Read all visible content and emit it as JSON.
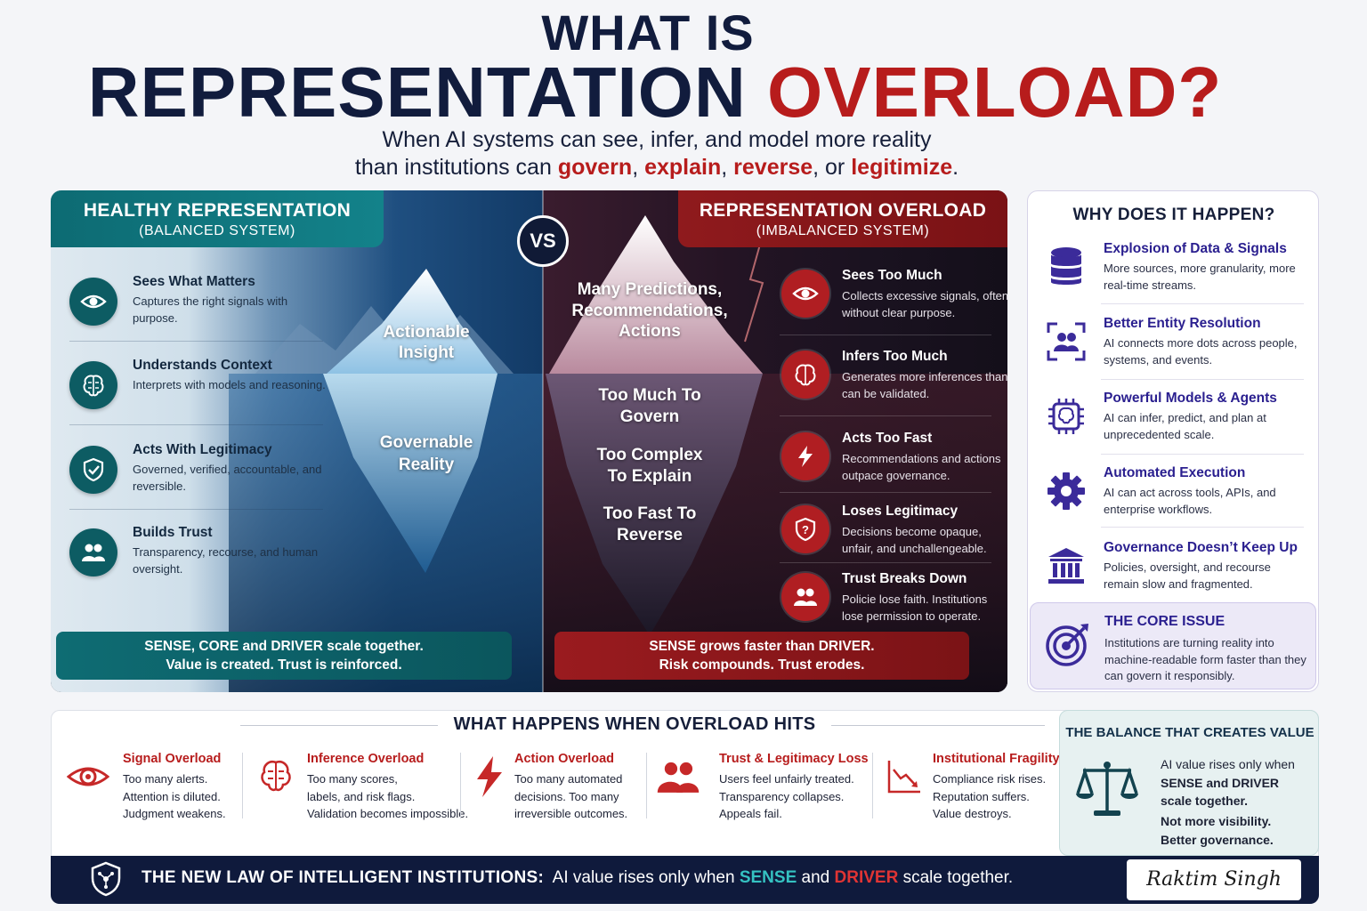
{
  "header": {
    "title_line1": "WHAT IS",
    "title_line2_part1": "REPRESENTATION",
    "title_line2_part2": "OVERLOAD?",
    "subtitle_line1": "When AI systems can see, infer, and model more reality",
    "subtitle_line2_prefix": "than institutions can",
    "word_govern": "govern",
    "sep1": ",",
    "word_explain": "explain",
    "sep2": ",",
    "word_reverse": "reverse",
    "sep3": ", or",
    "word_legitimize": "legitimize",
    "end": "."
  },
  "healthy": {
    "title": "HEALTHY REPRESENTATION",
    "subtitle": "(BALANCED SYSTEM)",
    "items": [
      {
        "title": "Sees What Matters",
        "desc": "Captures the right signals with purpose.",
        "icon": "eye-icon"
      },
      {
        "title": "Understands Context",
        "desc": "Interprets with models and reasoning.",
        "icon": "brain-icon"
      },
      {
        "title": "Acts With Legitimacy",
        "desc": "Governed, verified, accountable, and reversible.",
        "icon": "shield-check-icon"
      },
      {
        "title": "Builds Trust",
        "desc": "Transparency, recourse, and human oversight.",
        "icon": "people-icon"
      }
    ],
    "iceberg_top": "Actionable Insight",
    "iceberg_bottom": "Governable Reality",
    "footer_line1": "SENSE, CORE and DRIVER scale together.",
    "footer_line2": "Value is created. Trust is reinforced."
  },
  "vs_label": "VS",
  "overload": {
    "title": "REPRESENTATION OVERLOAD",
    "subtitle": "(IMBALANCED SYSTEM)",
    "items": [
      {
        "title": "Sees Too Much",
        "desc": "Collects excessive signals, often without clear purpose.",
        "icon": "eye-icon"
      },
      {
        "title": "Infers Too Much",
        "desc": "Generates more inferences than can be validated.",
        "icon": "brain-icon"
      },
      {
        "title": "Acts Too Fast",
        "desc": "Recommendations and actions outpace governance.",
        "icon": "lightning-icon"
      },
      {
        "title": "Loses Legitimacy",
        "desc": "Decisions become opaque, unfair, and unchallengeable.",
        "icon": "shield-question-icon"
      },
      {
        "title": "Trust Breaks Down",
        "desc": "Policie lose faith. Institutions lose permission to operate.",
        "icon": "people-icon"
      }
    ],
    "iceberg_top": "Many Predictions, Recommendations, Actions",
    "iceberg_1": "Too Much To Govern",
    "iceberg_2": "Too Complex To Explain",
    "iceberg_3": "Too Fast To Reverse",
    "footer_line1": "SENSE grows faster than DRIVER.",
    "footer_line2": "Risk compounds. Trust erodes."
  },
  "why": {
    "title": "WHY DOES IT HAPPEN?",
    "items": [
      {
        "title": "Explosion of Data & Signals",
        "desc": "More sources, more granularity, more real-time streams.",
        "icon": "database-icon"
      },
      {
        "title": "Better Entity Resolution",
        "desc": "AI connects more dots across people, systems, and events.",
        "icon": "entity-scan-icon"
      },
      {
        "title": "Powerful Models & Agents",
        "desc": "AI can infer, predict, and plan at unprecedented scale.",
        "icon": "chip-brain-icon"
      },
      {
        "title": "Automated Execution",
        "desc": "AI can act across tools, APIs, and enterprise workflows.",
        "icon": "gear-icon"
      },
      {
        "title": "Governance Doesn’t Keep Up",
        "desc": "Policies, oversight, and recourse remain slow and fragmented.",
        "icon": "institution-icon"
      }
    ],
    "core_title": "THE CORE ISSUE",
    "core_desc": "Institutions are turning reality into machine-readable form faster than they can govern it responsibly."
  },
  "happens": {
    "title": "WHAT HAPPENS WHEN OVERLOAD HITS",
    "items": [
      {
        "title": "Signal Overload",
        "lines": [
          "Too many alerts.",
          "Attention is diluted.",
          "Judgment weakens."
        ],
        "icon": "eye-icon"
      },
      {
        "title": "Inference Overload",
        "lines": [
          "Too many scores,",
          "labels, and risk flags.",
          "Validation becomes impossible."
        ],
        "icon": "brain-icon"
      },
      {
        "title": "Action Overload",
        "lines": [
          "Too many automated",
          "decisions. Too many",
          "irreversible outcomes."
        ],
        "icon": "lightning-icon"
      },
      {
        "title": "Trust & Legitimacy Loss",
        "lines": [
          "Users feel unfairly treated.",
          "Transparency collapses.",
          "Appeals fail."
        ],
        "icon": "people-icon"
      },
      {
        "title": "Institutional Fragility",
        "lines": [
          "Compliance risk rises.",
          "Reputation suffers.",
          "Value destroys."
        ],
        "icon": "declining-chart-icon"
      }
    ]
  },
  "balance": {
    "title": "THE BALANCE THAT CREATES VALUE",
    "text_prefix": "AI value rises only when",
    "text_bold": "SENSE and DRIVER scale together.",
    "line2": "Not more visibility.",
    "line3": "Better governance.",
    "icon": "scales-icon"
  },
  "law": {
    "label": "THE NEW LAW OF INTELLIGENT INSTITUTIONS:",
    "text_a": "AI value rises only when",
    "sense": "SENSE",
    "text_b": "and",
    "driver": "DRIVER",
    "text_c": "scale together.",
    "signature": "Raktim Singh",
    "icon": "shield-network-icon"
  },
  "colors": {
    "navy": "#111c3d",
    "red": "#b71c1c",
    "teal": "#0d6b73",
    "purple": "#2a1f8f"
  }
}
